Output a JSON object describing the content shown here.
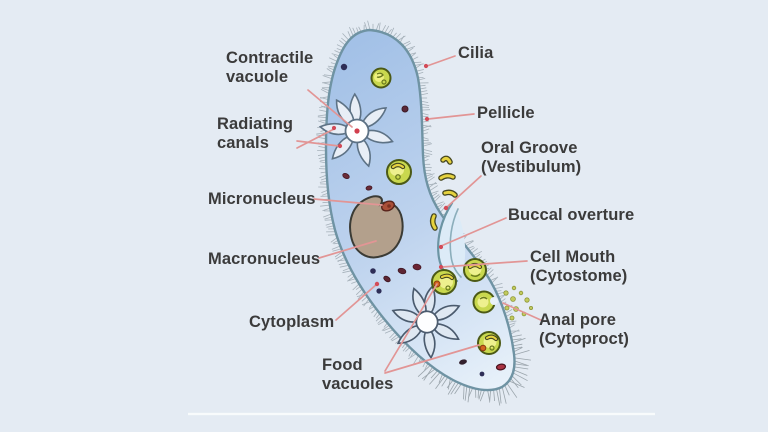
{
  "diagram": {
    "subject": "Paramecium labelled structure diagram",
    "labels": {
      "contractile_vacuole": "Contractile\nvacuole",
      "radiating_canals": "Radiating\ncanals",
      "micronucleus": "Micronucleus",
      "macronucleus": "Macronucleus",
      "cytoplasm": "Cytoplasm",
      "food_vacuoles": "Food\nvacuoles",
      "cilia": "Cilia",
      "pellicle": "Pellicle",
      "oral_groove": "Oral Groove\n(Vestibulum)",
      "buccal_overture": "Buccal overture",
      "cell_mouth": "Cell Mouth\n(Cytostome)",
      "anal_pore": "Anal pore\n(Cytoproct)"
    },
    "colors": {
      "background": "#e4ebf3",
      "label_text": "#3b3b3b",
      "leader_line": "#e29595",
      "leader_dot": "#d24b58",
      "body_outline": "#6f93a3",
      "body_fill_dark": "#a3c1e7",
      "body_fill_light": "#e9f2fa",
      "macronucleus_fill": "#b3a08c",
      "food_vacuole_green": "#c9d84e",
      "food_yellow": "#e5d23f"
    }
  }
}
